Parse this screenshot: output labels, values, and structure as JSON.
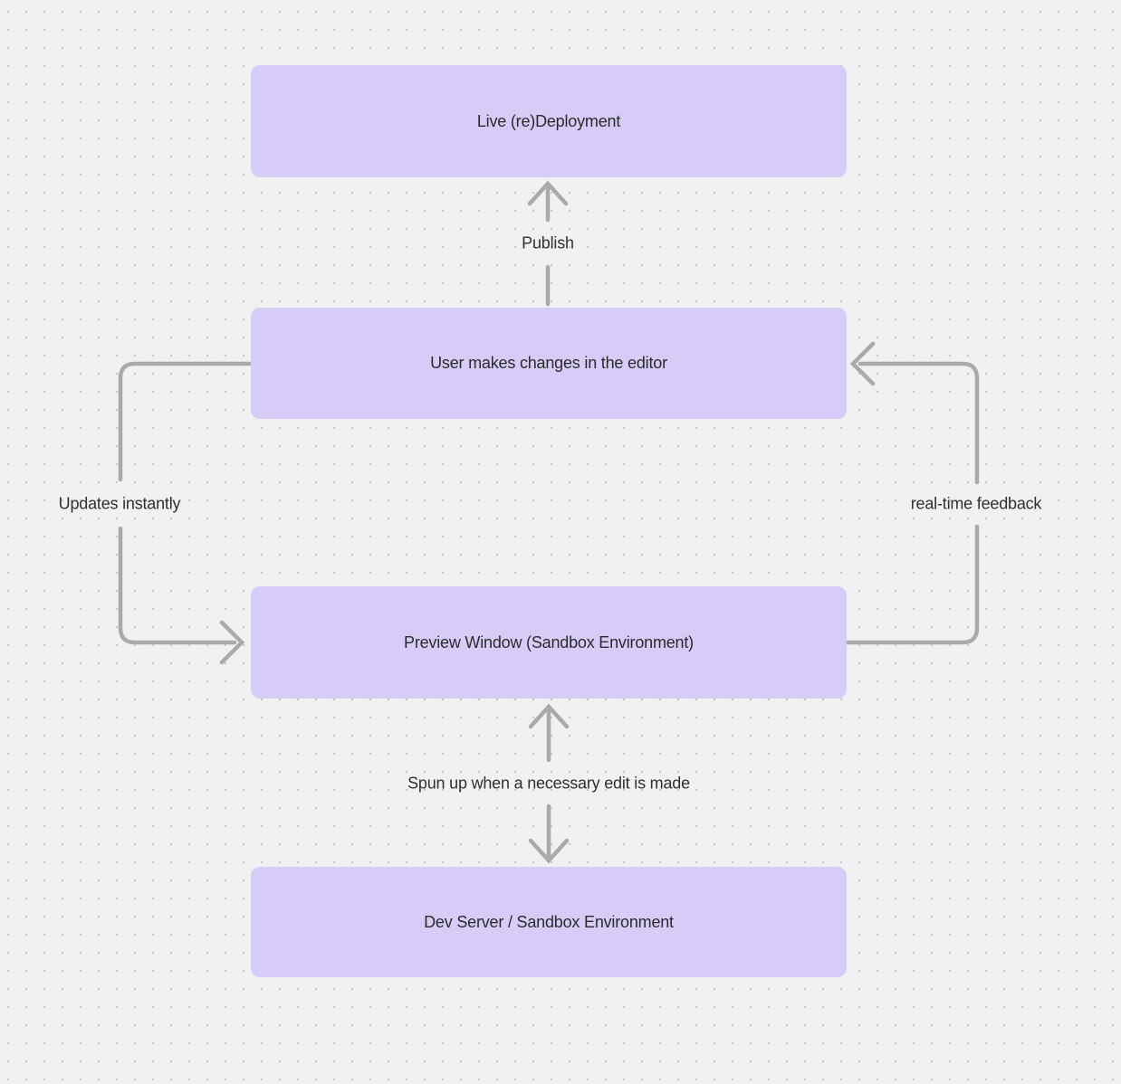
{
  "colors": {
    "background": "#f2f1f1",
    "dot": "#c9c9c9",
    "node_fill": "#d7ccf7",
    "node_text": "#2b2b2b",
    "arrow": "#aaaaaa",
    "label_text": "#303030"
  },
  "nodes": [
    {
      "id": "live-redeployment",
      "label": "Live (re)Deployment"
    },
    {
      "id": "user-editor",
      "label": "User makes changes in the editor"
    },
    {
      "id": "preview-window",
      "label": "Preview Window (Sandbox Environment)"
    },
    {
      "id": "dev-server",
      "label": "Dev Server / Sandbox Environment"
    }
  ],
  "edges": [
    {
      "id": "publish",
      "label": "Publish",
      "from": "user-editor",
      "to": "live-redeployment",
      "direction": "up"
    },
    {
      "id": "updates-instantly",
      "label": "Updates instantly",
      "from": "user-editor",
      "to": "preview-window",
      "direction": "left-loop"
    },
    {
      "id": "real-time-feedback",
      "label": "real-time feedback",
      "from": "preview-window",
      "to": "user-editor",
      "direction": "right-loop"
    },
    {
      "id": "spun-up",
      "label": "Spun up when a necessary edit is made",
      "from": "preview-window",
      "to": "dev-server",
      "direction": "bidirectional"
    }
  ]
}
